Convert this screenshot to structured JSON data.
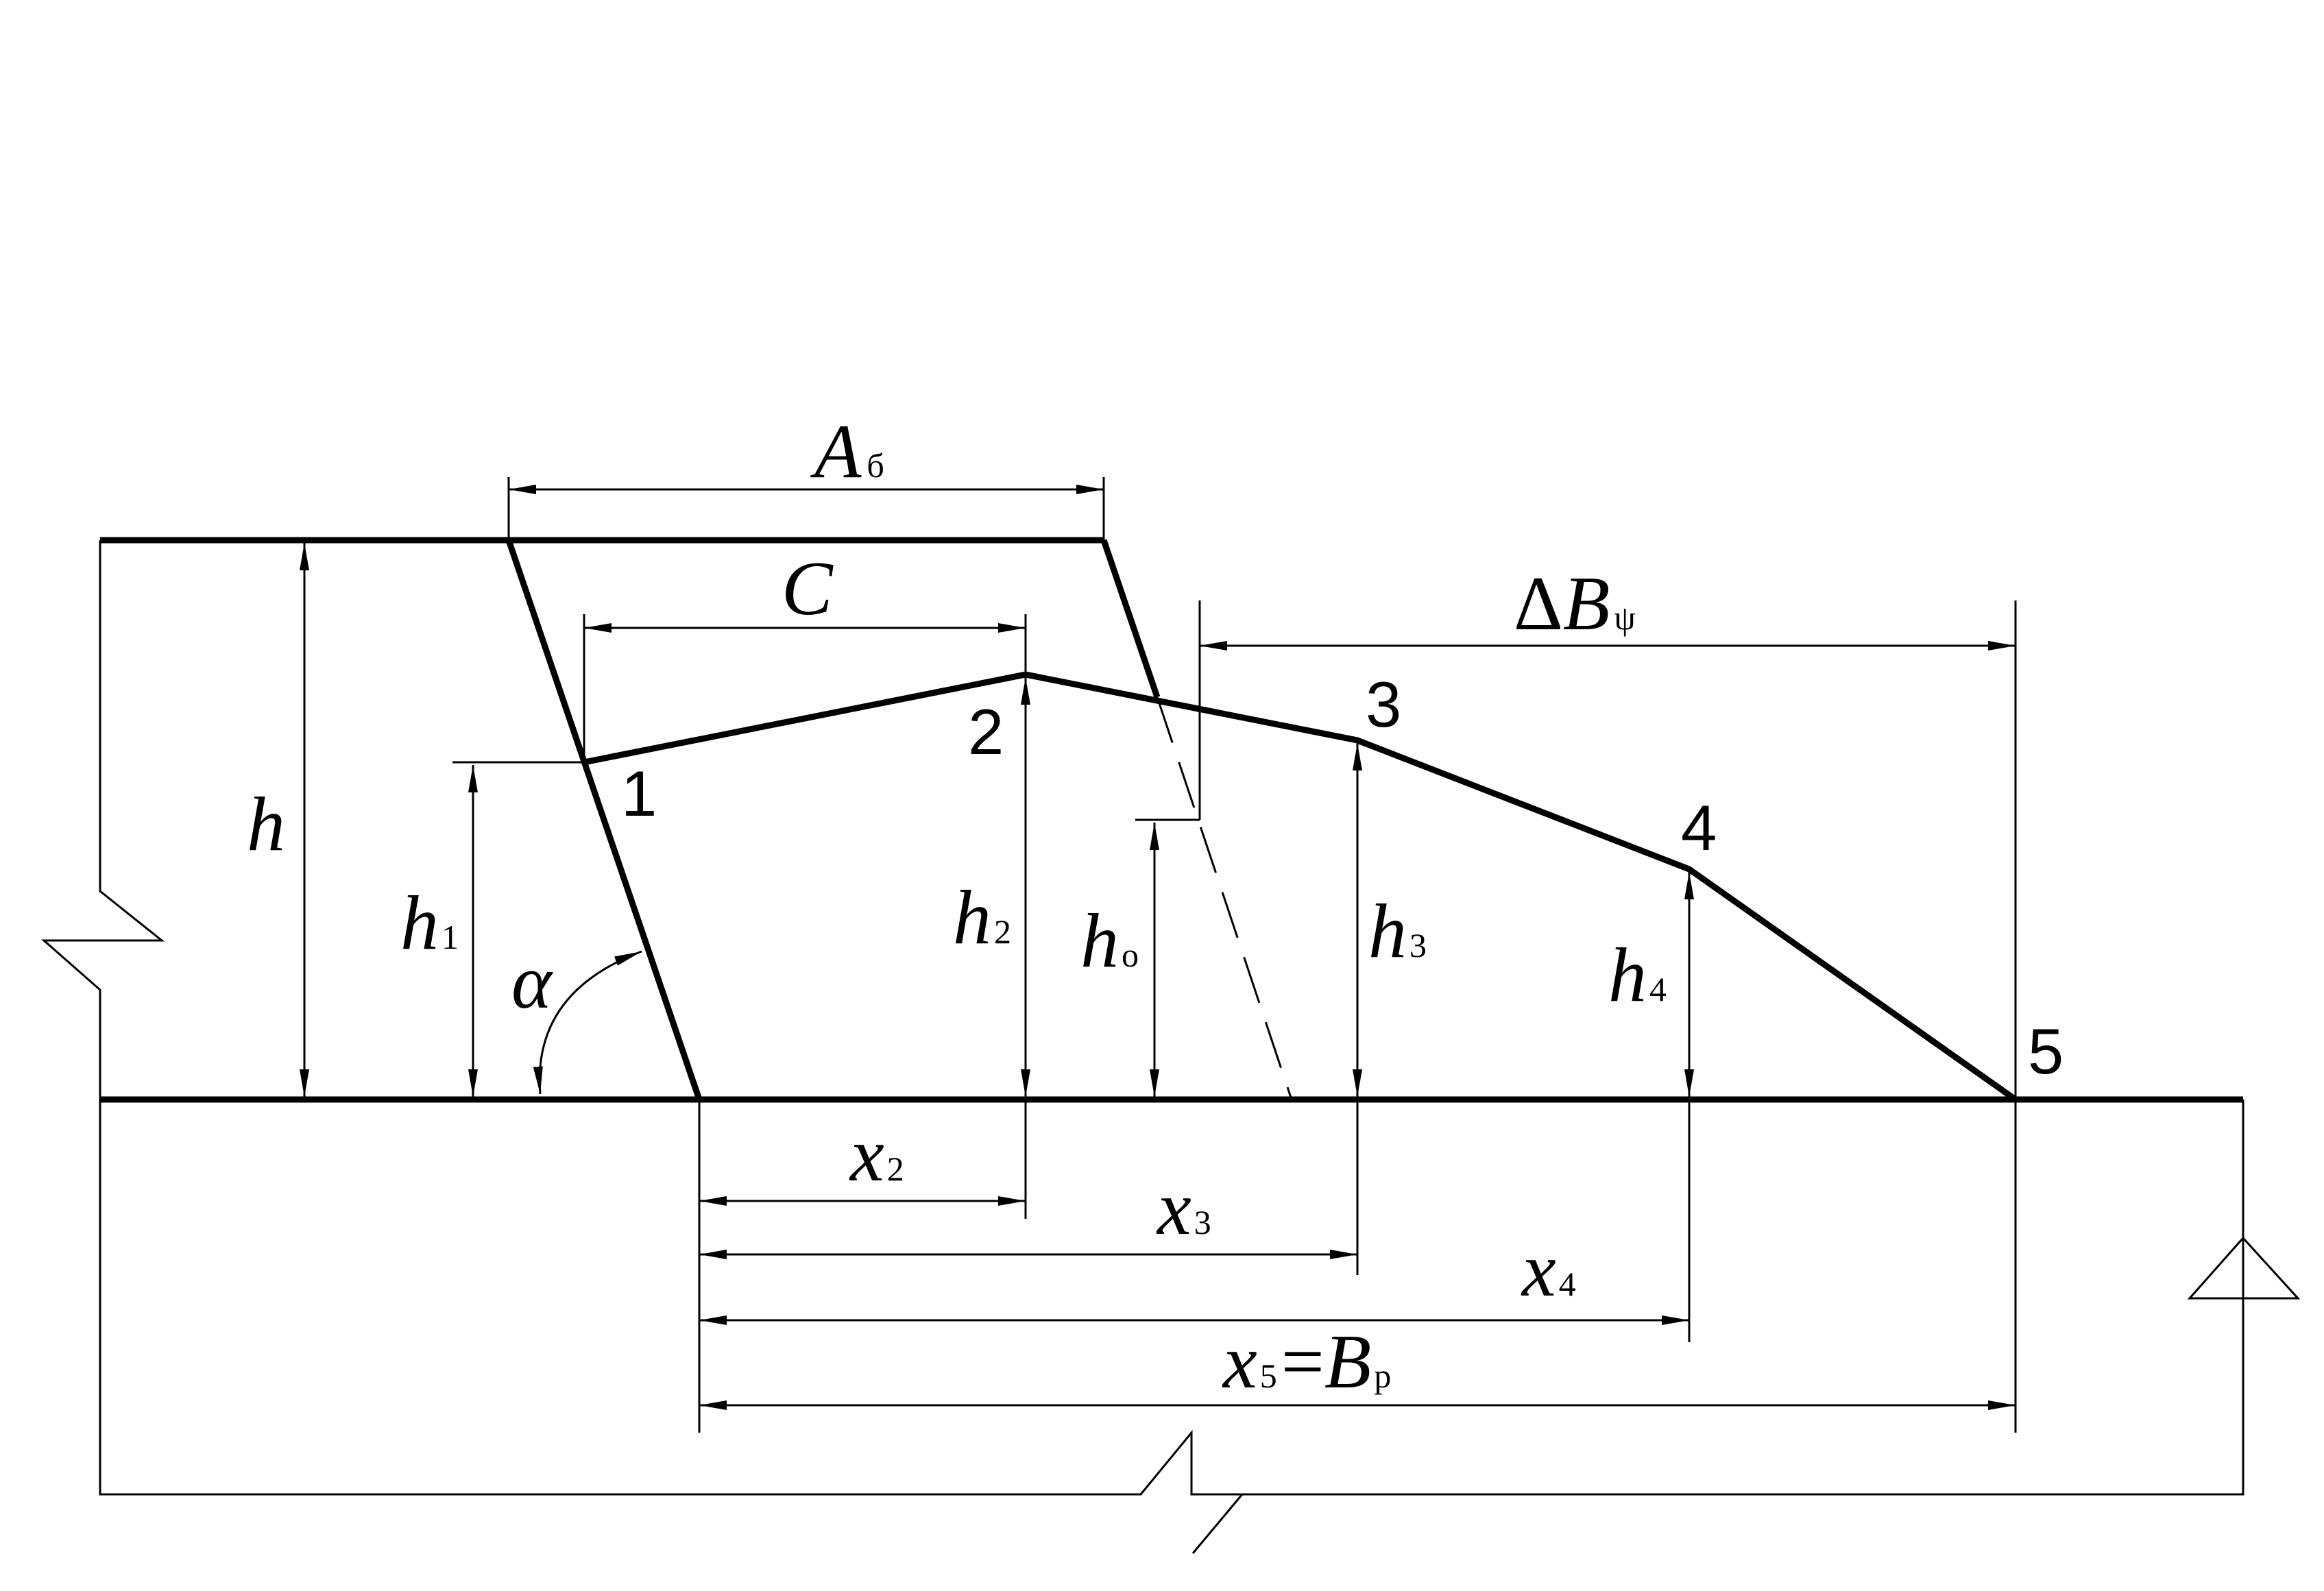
{
  "colors": {
    "ink": "#000000",
    "background": "#ffffff"
  },
  "labels": {
    "A_b": {
      "main": "A",
      "sub": "б"
    },
    "C": {
      "main": "C"
    },
    "dB": {
      "delta": "Δ",
      "main": "B",
      "sub": "ψ"
    },
    "h": {
      "main": "h"
    },
    "h1": {
      "main": "h",
      "sub": "1"
    },
    "h2": {
      "main": "h",
      "sub": "2"
    },
    "ho": {
      "main": "h",
      "sub": "о"
    },
    "h3": {
      "main": "h",
      "sub": "3"
    },
    "h4": {
      "main": "h",
      "sub": "4"
    },
    "alpha": {
      "main": "α"
    },
    "x2": {
      "main": "x",
      "sub": "2"
    },
    "x3": {
      "main": "x",
      "sub": "3"
    },
    "x4": {
      "main": "x",
      "sub": "4"
    },
    "x5": {
      "main": "x",
      "sub": "5",
      "eq": "=",
      "main2": "B",
      "sub2": "р"
    }
  },
  "points": [
    "1",
    "2",
    "3",
    "4",
    "5"
  ]
}
